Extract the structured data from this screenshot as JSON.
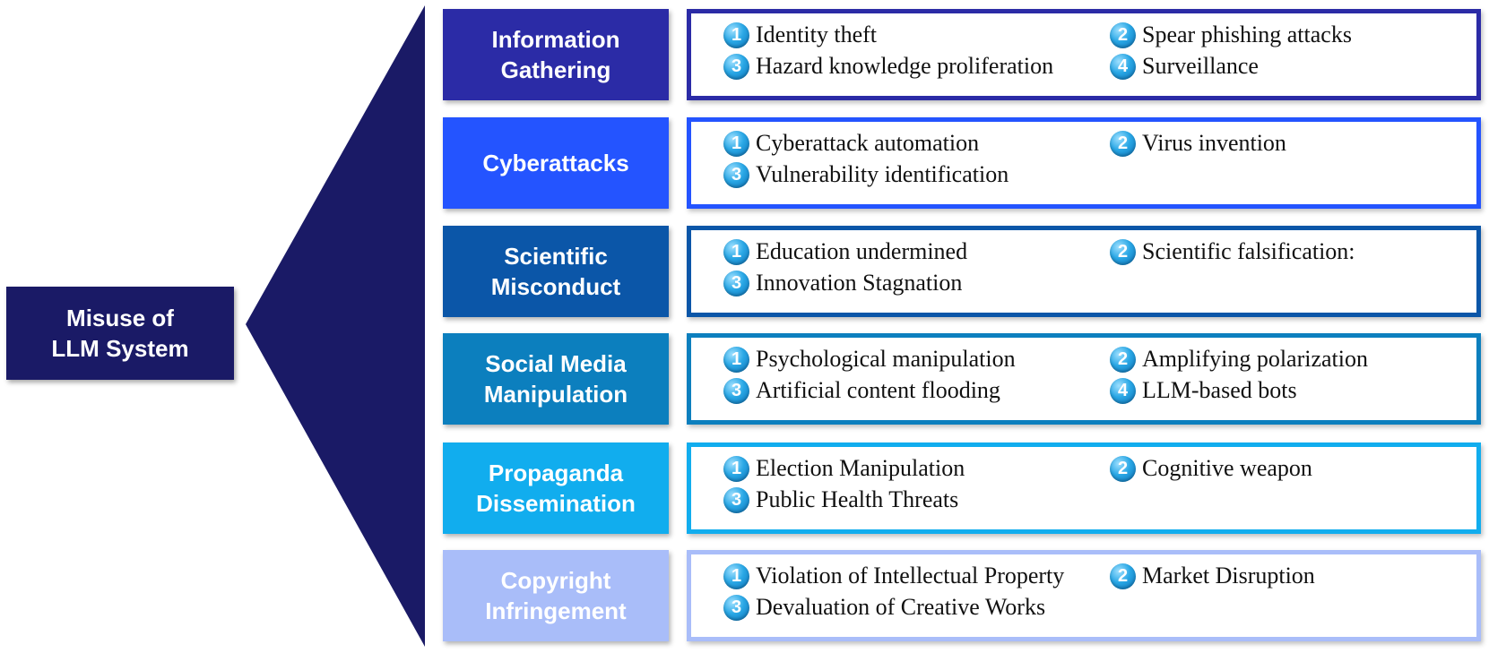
{
  "root": {
    "label": "Misuse of\nLLM System",
    "color": "#1a1a66"
  },
  "categories": [
    {
      "label": "Information\nGathering",
      "color": "#2b2ba6",
      "border_color": "#2b2ba6",
      "items": [
        {
          "num": "1",
          "text": "Identity theft"
        },
        {
          "num": "2",
          "text": "Spear phishing attacks"
        },
        {
          "num": "3",
          "text": "Hazard knowledge proliferation"
        },
        {
          "num": "4",
          "text": "Surveillance"
        }
      ]
    },
    {
      "label": "Cyberattacks",
      "color": "#2454ff",
      "border_color": "#2454ff",
      "items": [
        {
          "num": "1",
          "text": "Cyberattack automation"
        },
        {
          "num": "2",
          "text": "Virus invention"
        },
        {
          "num": "3",
          "text": "Vulnerability identification"
        }
      ]
    },
    {
      "label": "Scientific\nMisconduct",
      "color": "#0b56a8",
      "border_color": "#0b56a8",
      "items": [
        {
          "num": "1",
          "text": "Education undermined"
        },
        {
          "num": "2",
          "text": "Scientific falsification:"
        },
        {
          "num": "3",
          "text": "Innovation Stagnation"
        }
      ]
    },
    {
      "label": "Social Media\nManipulation",
      "color": "#0c7fbe",
      "border_color": "#0c7fbe",
      "items": [
        {
          "num": "1",
          "text": "Psychological manipulation"
        },
        {
          "num": "2",
          "text": "Amplifying polarization"
        },
        {
          "num": "3",
          "text": "Artificial content flooding"
        },
        {
          "num": "4",
          "text": "LLM-based bots"
        }
      ]
    },
    {
      "label": "Propaganda\nDissemination",
      "color": "#11adee",
      "border_color": "#11adee",
      "items": [
        {
          "num": "1",
          "text": "Election Manipulation"
        },
        {
          "num": "2",
          "text": "Cognitive weapon"
        },
        {
          "num": "3",
          "text": "Public Health Threats"
        }
      ]
    },
    {
      "label": "Copyright\nInfringement",
      "color": "#a9bdf9",
      "border_color": "#a9bdf9",
      "items": [
        {
          "num": "1",
          "text": "Violation of Intellectual Property"
        },
        {
          "num": "2",
          "text": "Market Disruption"
        },
        {
          "num": "3",
          "text": "Devaluation of Creative Works"
        }
      ]
    }
  ]
}
